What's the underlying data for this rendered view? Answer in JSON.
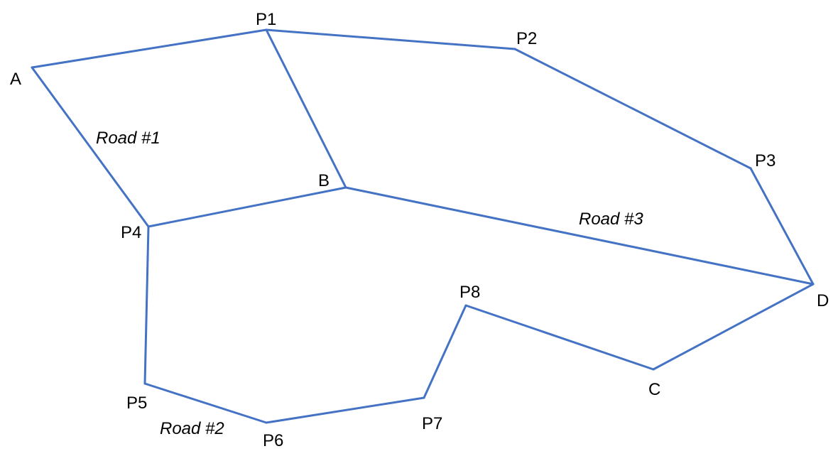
{
  "colors": {
    "edge": "#4472C4",
    "text": "#000000"
  },
  "nodes": {
    "A": "A",
    "B": "B",
    "C": "C",
    "D": "D",
    "P1": "P1",
    "P2": "P2",
    "P3": "P3",
    "P4": "P4",
    "P5": "P5",
    "P6": "P6",
    "P7": "P7",
    "P8": "P8"
  },
  "roads": {
    "road1": "Road #1",
    "road2": "Road #2",
    "road3": "Road #3"
  }
}
